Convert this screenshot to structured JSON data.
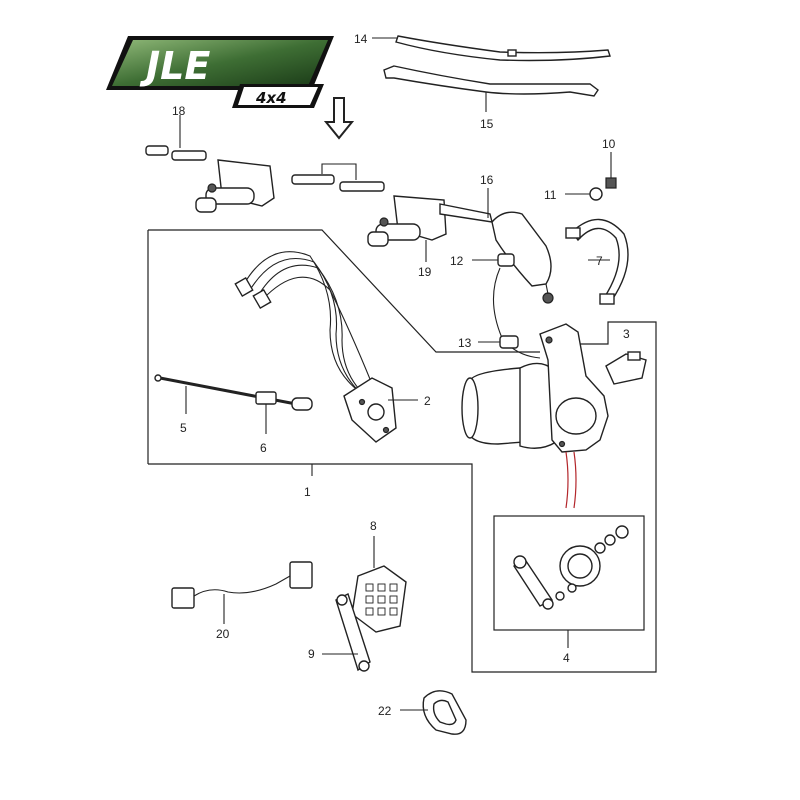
{
  "logo": {
    "brand": "JLE",
    "sub": "4x4",
    "colors": {
      "green_dark": "#1f4a1c",
      "green_light": "#6e9a58",
      "black": "#111111"
    }
  },
  "callouts": [
    {
      "id": "c1",
      "text": "1"
    },
    {
      "id": "c2",
      "text": "2"
    },
    {
      "id": "c3",
      "text": "3"
    },
    {
      "id": "c4",
      "text": "4"
    },
    {
      "id": "c5",
      "text": "5"
    },
    {
      "id": "c6",
      "text": "6"
    },
    {
      "id": "c7",
      "text": "7"
    },
    {
      "id": "c8",
      "text": "8"
    },
    {
      "id": "c9",
      "text": "9"
    },
    {
      "id": "c10",
      "text": "10"
    },
    {
      "id": "c11",
      "text": "11"
    },
    {
      "id": "c12",
      "text": "12"
    },
    {
      "id": "c13",
      "text": "13"
    },
    {
      "id": "c14",
      "text": "14"
    },
    {
      "id": "c15",
      "text": "15"
    },
    {
      "id": "c16",
      "text": "16"
    },
    {
      "id": "c18",
      "text": "18"
    },
    {
      "id": "c19",
      "text": "19"
    },
    {
      "id": "c20",
      "text": "20"
    },
    {
      "id": "c22",
      "text": "22"
    }
  ],
  "accent": {
    "red_link": "#b3262b",
    "ink": "#222222"
  }
}
